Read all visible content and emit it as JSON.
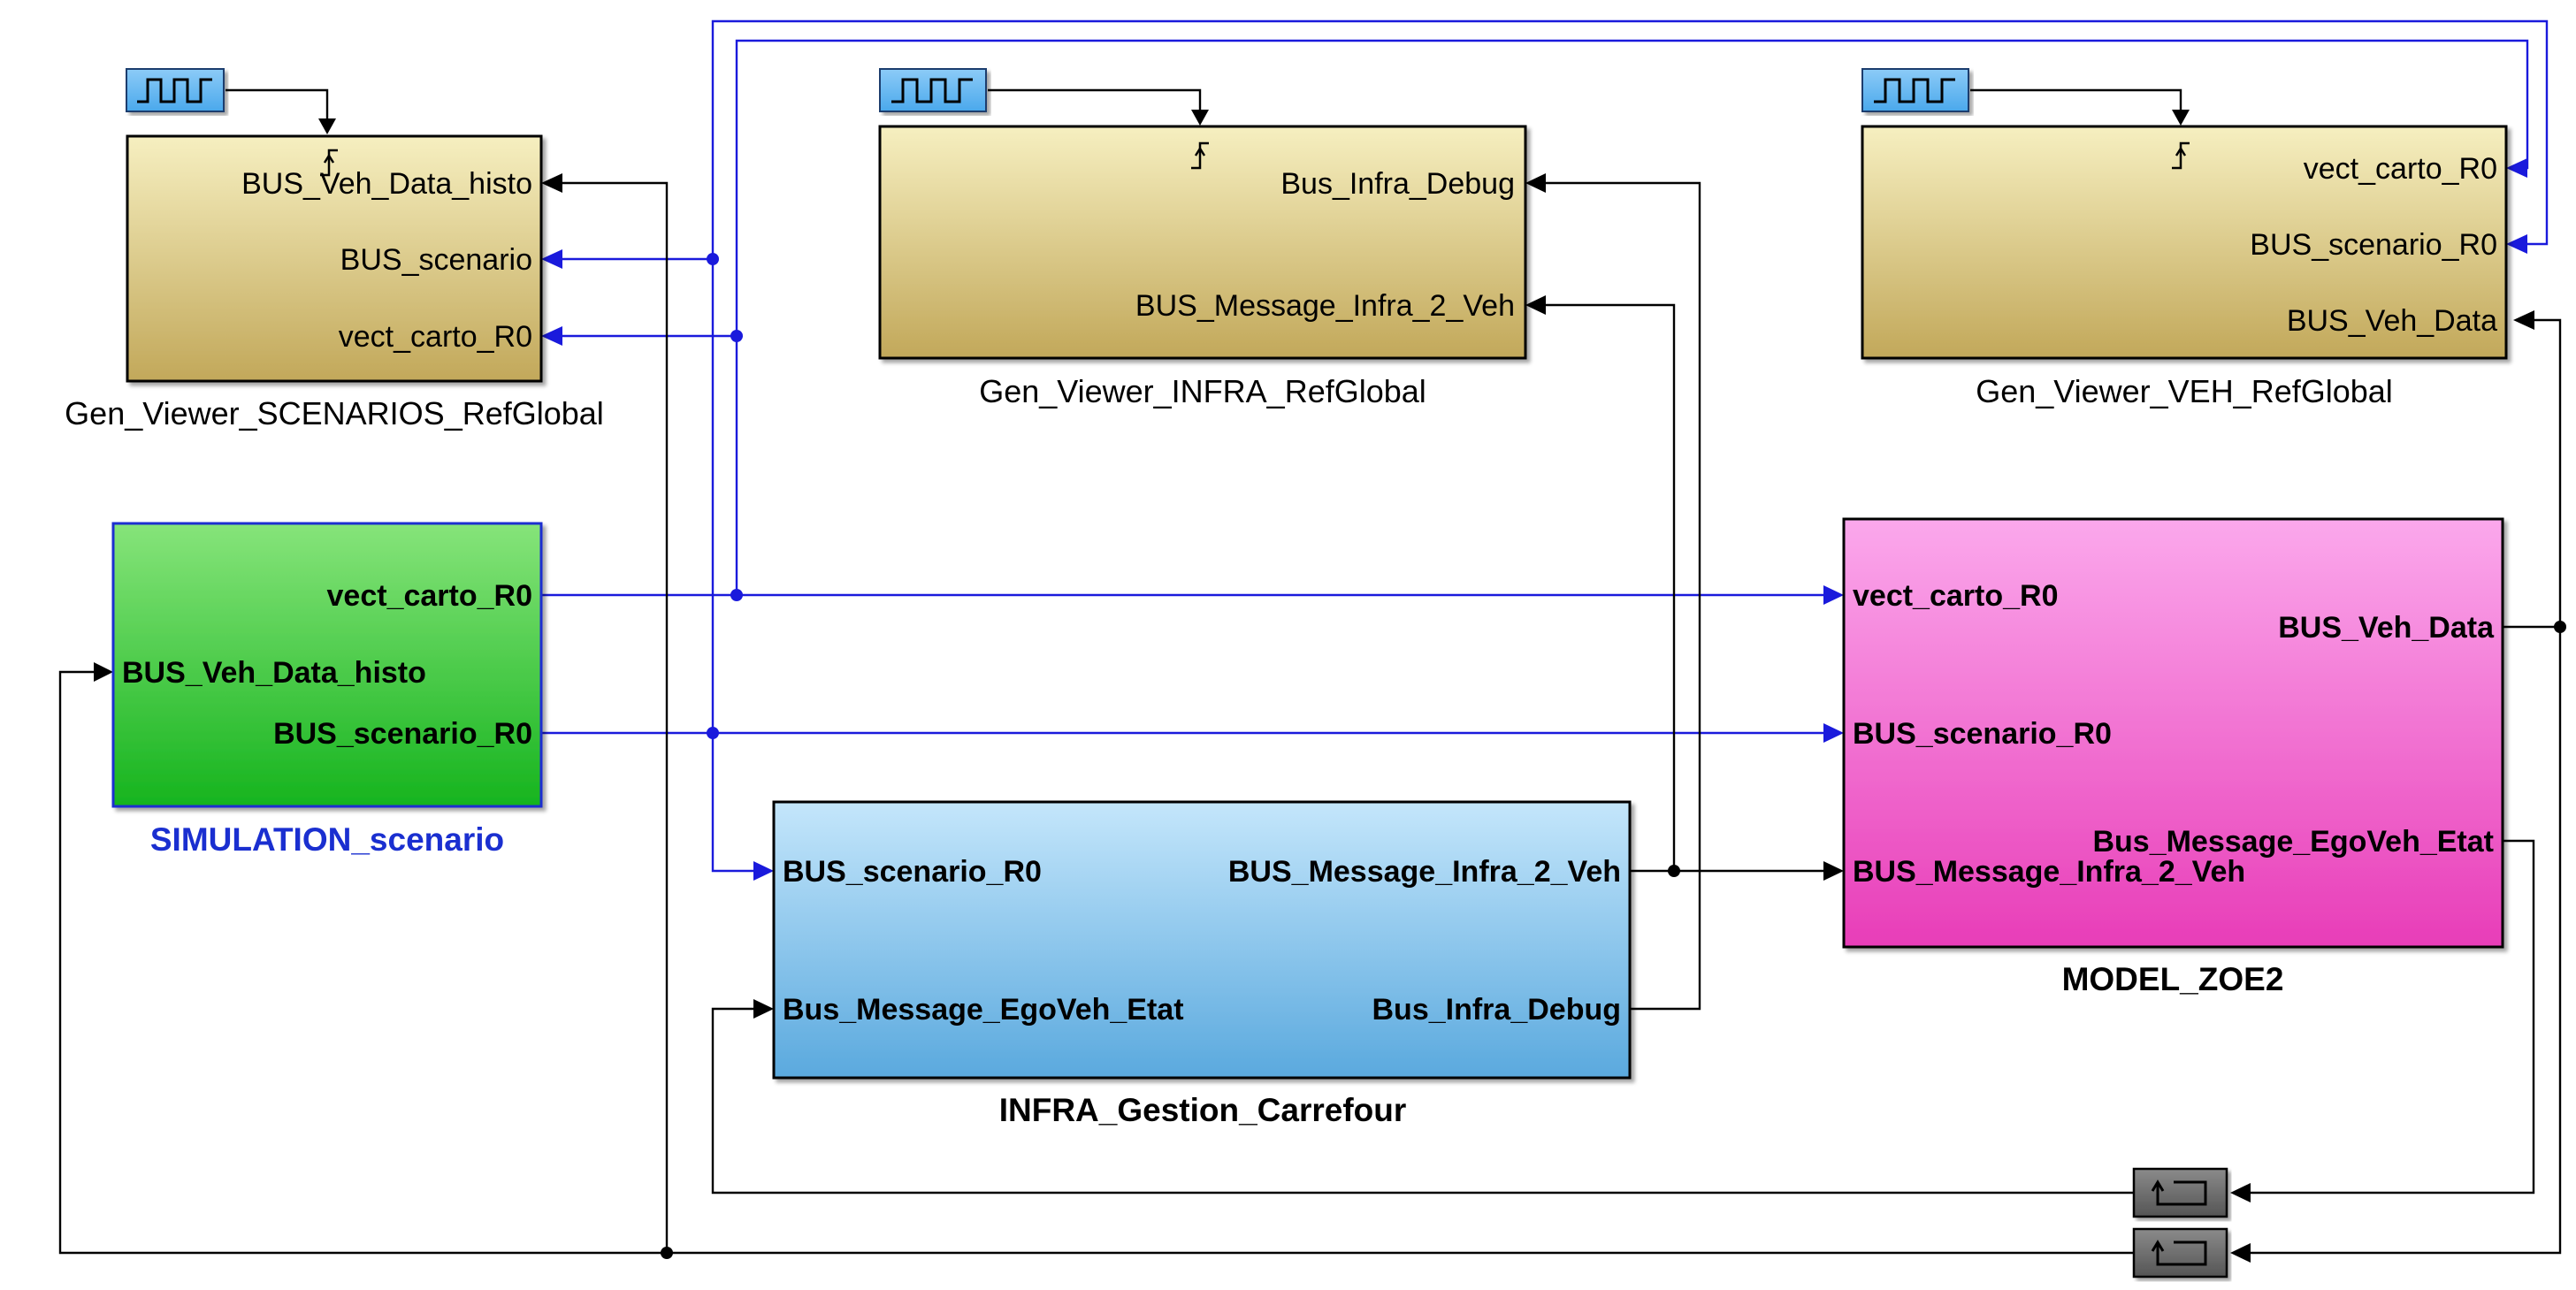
{
  "blocks": {
    "viewer_scenarios": {
      "title": "Gen_Viewer_SCENARIOS_RefGlobal",
      "ports": [
        "BUS_Veh_Data_histo",
        "BUS_scenario",
        "vect_carto_R0"
      ]
    },
    "viewer_infra": {
      "title": "Gen_Viewer_INFRA_RefGlobal",
      "ports": [
        "Bus_Infra_Debug",
        "BUS_Message_Infra_2_Veh"
      ]
    },
    "viewer_veh": {
      "title": "Gen_Viewer_VEH_RefGlobal",
      "ports": [
        "vect_carto_R0",
        "BUS_scenario_R0",
        "BUS_Veh_Data"
      ]
    },
    "simulation": {
      "title": "SIMULATION_scenario",
      "outputs": [
        "vect_carto_R0",
        "BUS_scenario_R0"
      ],
      "inputs": [
        "BUS_Veh_Data_histo"
      ]
    },
    "infra": {
      "title": "INFRA_Gestion_Carrefour",
      "inputs": [
        "BUS_scenario_R0",
        "Bus_Message_EgoVeh_Etat"
      ],
      "outputs": [
        "BUS_Message_Infra_2_Veh",
        "Bus_Infra_Debug"
      ]
    },
    "model": {
      "title": "MODEL_ZOE2",
      "inputs": [
        "vect_carto_R0",
        "BUS_scenario_R0",
        "BUS_Message_Infra_2_Veh"
      ],
      "outputs": [
        "BUS_Veh_Data",
        "Bus_Message_EgoVeh_Etat"
      ]
    }
  },
  "colors": {
    "viewer_fill_top": "#f6efc0",
    "viewer_fill_bottom": "#c2a85a",
    "sim_fill_top": "#86e47a",
    "sim_fill_bottom": "#16b41e",
    "infra_fill_top": "#c4e6fb",
    "infra_fill_bottom": "#5aa9de",
    "model_fill_top": "#fba8ec",
    "model_fill_bottom": "#e83db8",
    "pulse_fill": "#5fb6f2",
    "delay_fill": "#6d6d6d",
    "signal_blue": "#1a1adc",
    "signal_black": "#000000",
    "title_blue": "#1a2fd0"
  },
  "icons": [
    "pulse-generator-icon",
    "trigger-icon",
    "unit-delay-icon"
  ]
}
